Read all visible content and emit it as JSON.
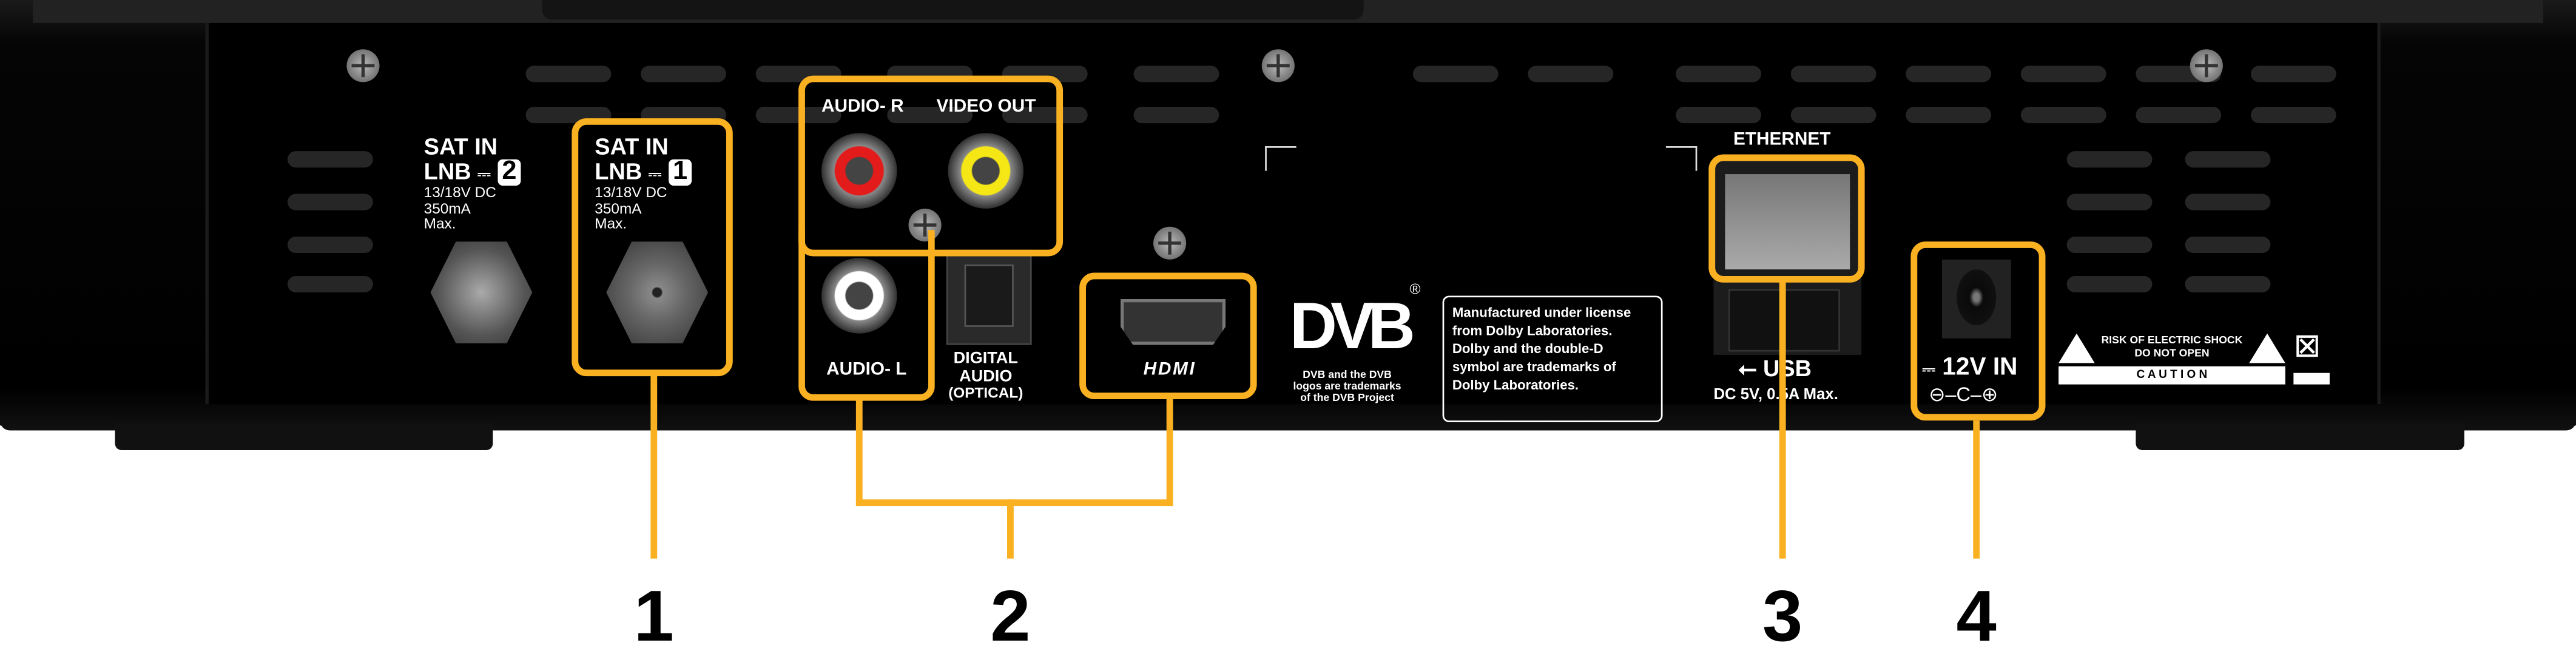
{
  "ports": {
    "sat_in_2": {
      "title": "SAT IN",
      "lnb": "LNB",
      "num": "2",
      "spec1": "13/18V DC",
      "spec2": "350mA",
      "spec3": "Max."
    },
    "sat_in_1": {
      "title": "SAT IN",
      "lnb": "LNB",
      "num": "1",
      "spec1": "13/18V DC",
      "spec2": "350mA",
      "spec3": "Max."
    },
    "audio_r": "AUDIO- R",
    "video_out": "VIDEO OUT",
    "audio_l": "AUDIO- L",
    "digital_audio": [
      "DIGITAL",
      "AUDIO",
      "(OPTICAL)"
    ],
    "hdmi": "HDMI",
    "ethernet": "ETHERNET",
    "usb": "USB",
    "usb_spec": "DC 5V, 0.5A Max.",
    "power": "12V IN",
    "power_polarity": "⊖–C–⊕"
  },
  "dvb": {
    "logo": "DVB",
    "registered": "®",
    "caption": [
      "DVB and the DVB",
      "logos are trademarks",
      "of the DVB Project"
    ]
  },
  "dolby_notice": [
    "Manufactured under license",
    "from Dolby Laboratories.",
    "Dolby and the double-D",
    "symbol are trademarks of",
    "Dolby Laboratories."
  ],
  "caution": {
    "line1": "RISK OF ELECTRIC SHOCK",
    "line2": "DO NOT OPEN",
    "label": "C A U T I O N"
  },
  "callouts": [
    "1",
    "2",
    "3",
    "4"
  ],
  "colors": {
    "highlight": "#f9b122",
    "red": "#e31b1b",
    "yellow": "#f5e616",
    "white": "#ffffff"
  }
}
